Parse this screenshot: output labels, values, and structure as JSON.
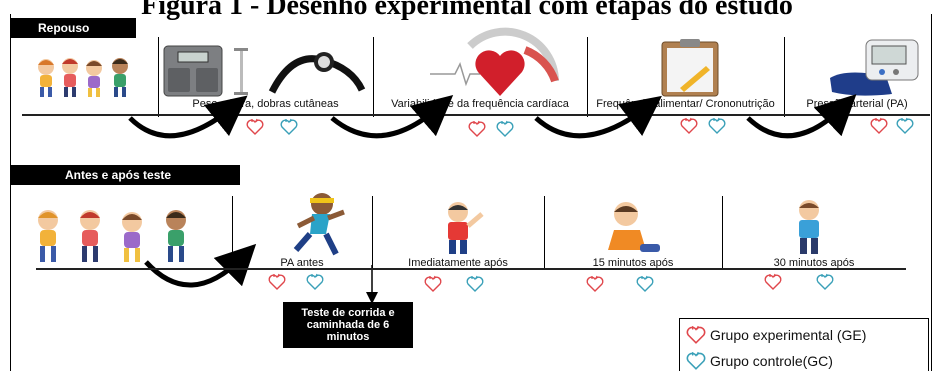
{
  "figure": {
    "title": "Figura 1 - Desenho experimental com etapas do estudo"
  },
  "rest_section": {
    "label": "Repouso",
    "steps": [
      {
        "label": "Peso, altura, dobras cutâneas",
        "icon": "scale-and-caliper-icon"
      },
      {
        "label": "Variabilidade da frequência cardíaca",
        "icon": "heart-rate-gauge-icon"
      },
      {
        "label": "Frequência alimentar/ Crononutrição",
        "icon": "clipboard-icon"
      },
      {
        "label": "Pressão arterial (PA)",
        "icon": "blood-pressure-monitor-icon"
      }
    ]
  },
  "test_section": {
    "label": "Antes e após teste",
    "steps": [
      {
        "label": "PA antes",
        "icon": "running-child-icon"
      },
      {
        "label": "Imediatamente após",
        "icon": "tired-child-icon"
      },
      {
        "label": "15 minutos após",
        "icon": "resting-child-icon"
      },
      {
        "label": "30 minutos após",
        "icon": "standing-child-icon"
      }
    ],
    "test_box": "Teste de corrida e caminhada de 6 minutos"
  },
  "legend": {
    "items": [
      {
        "label": "Grupo experimental (GE)",
        "color": "#e0474c"
      },
      {
        "label": "Grupo controle(GC)",
        "color": "#3aa0b8"
      }
    ]
  },
  "colors": {
    "heart_experimental": "#e0474c",
    "heart_control": "#3aa0b8",
    "section_label_bg": "#000000"
  }
}
